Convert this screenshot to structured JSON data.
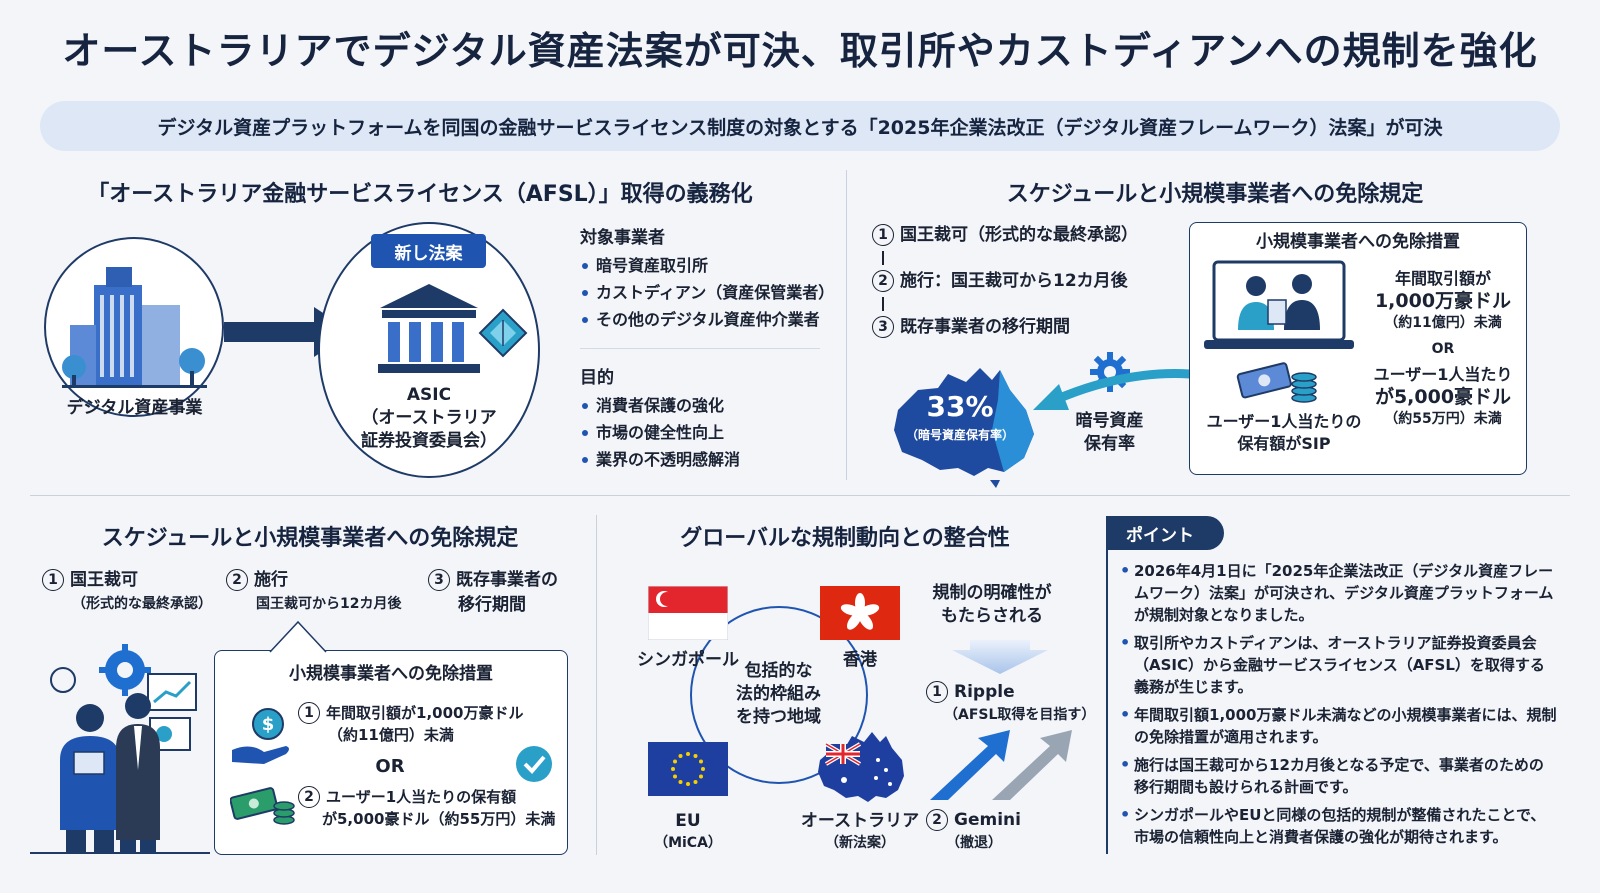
{
  "title": "オーストラリアでデジタル資産法案が可決、取引所やカストディアンへの規制を強化",
  "subtitle": "デジタル資産プラットフォームを同国の金融サービスライセンス制度の対象とする「2025年企業法改正（デジタル資産フレームワーク）法案」が可決",
  "afsl": {
    "heading": "「オーストラリア金融サービスライセンス（AFSL）」取得の義務化",
    "building_label": "デジタル資産事業",
    "badge": "新し法案",
    "asic_line1": "ASIC",
    "asic_line2": "（オーストラリア",
    "asic_line3": "証券投資委員会）",
    "targets_heading": "対象事業者",
    "targets": [
      "暗号資産取引所",
      "カストディアン（資産保管業者）",
      "その他のデジタル資産仲介業者"
    ],
    "purpose_heading": "目的",
    "purposes": [
      "消費者保護の強化",
      "市場の健全性向上",
      "業界の不透明感解消"
    ]
  },
  "schedule_top": {
    "heading": "スケジュールと小規模事業者への免除規定",
    "steps": [
      {
        "num": "1",
        "text": "国王裁可（形式的な最終承認）"
      },
      {
        "num": "2",
        "text": "施行：国王裁可から12カ月後"
      },
      {
        "num": "3",
        "text": "既存事業者の移行期間"
      }
    ],
    "percent": "33%",
    "percent_caption": "（暗号資産保有率）",
    "holding_line1": "暗号資産",
    "holding_line2": "保有率",
    "exempt_title": "小規模事業者への免除措置",
    "cond1_line1": "年間取引額が",
    "cond1_line2": "1,000万豪ドル",
    "cond1_line3": "（約11億円）未満",
    "or": "OR",
    "cond2_line1": "ユーザー1人当たり",
    "cond2_line2": "が5,000豪ドル",
    "cond2_line3": "（約55万円）未満",
    "sip_line1": "ユーザー1人当たりの",
    "sip_line2": "保有額がSIP"
  },
  "schedule_bottom": {
    "heading": "スケジュールと小規模事業者への免除規定",
    "step1_title": "国王裁可",
    "step1_sub": "（形式的な最終承認）",
    "step2_title": "施行",
    "step2_sub": "国王裁可から12カ月後",
    "step3_title": "既存事業者の",
    "step3_sub": "移行期間",
    "exempt_title": "小規模事業者への免除措置",
    "cond1_line1": "年間取引額が1,000万豪ドル",
    "cond1_line2": "（約11億円）未満",
    "or": "OR",
    "cond2_line1": "ユーザー1人当たりの保有額",
    "cond2_line2": "が5,000豪ドル（約55万円）未満"
  },
  "global": {
    "heading": "グローバルな規制動向との整合性",
    "singapore": "シンガポール",
    "hongkong": "香港",
    "eu_line1": "EU",
    "eu_line2": "（MiCA）",
    "australia_line1": "オーストラリア",
    "australia_line2": "（新法案）",
    "center_line1": "包括的な",
    "center_line2": "法的枠組み",
    "center_line3": "を持つ地域",
    "clarity_line1": "規制の明確性が",
    "clarity_line2": "もたらされる",
    "ripple_title": "Ripple",
    "ripple_sub": "（AFSL取得を目指す）",
    "gemini_title": "Gemini",
    "gemini_sub": "（撤退）"
  },
  "points": {
    "tag": "ポイント",
    "items": [
      "2026年4月1日に「2025年企業法改正（デジタル資産フレームワーク）法案」が可決され、デジタル資産プラットフォームが規制対象となりました。",
      "取引所やカストディアンは、オーストラリア証券投資委員会（ASIC）から金融サービスライセンス（AFSL）を取得する義務が生じます。",
      "年間取引額1,000万豪ドル未満などの小規模事業者には、規制の免除措置が適用されます。",
      "施行は国王裁可から12カ月後となる予定で、事業者のための移行期間も設けられる計画です。",
      "シンガポールやEUと同様の包括的規制が整備されたことで、市場の信頼性向上と消費者保護の強化が期待されます。"
    ]
  },
  "colors": {
    "navy": "#16243f",
    "blue": "#1f55b0",
    "light_blue": "#dde7f6",
    "teal": "#2aa0c8"
  }
}
